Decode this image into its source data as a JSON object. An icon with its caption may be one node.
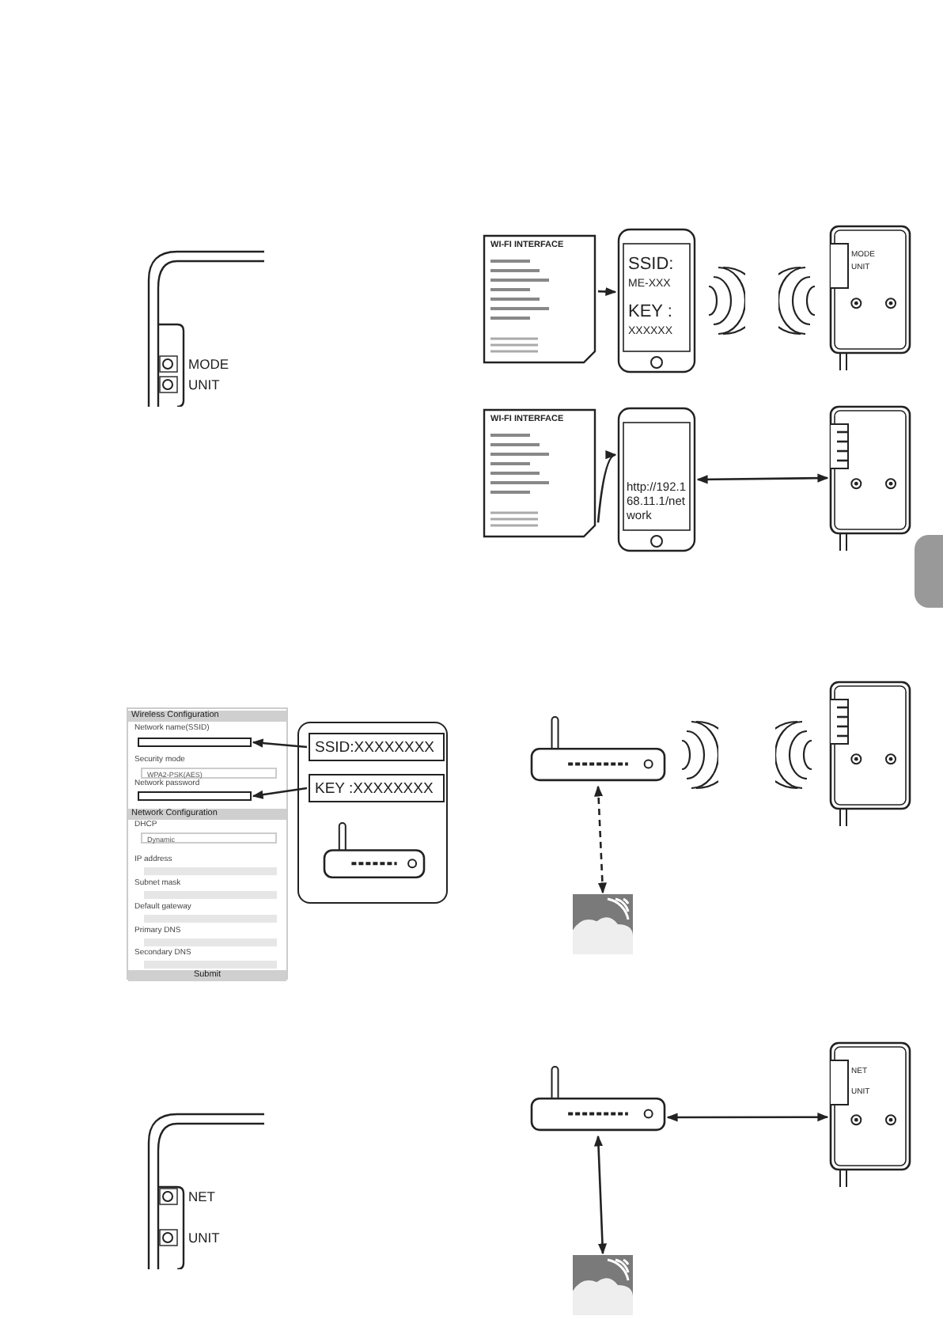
{
  "diagram": {
    "nodes": [
      {
        "text": [
          "WI-FI INTERFACE"
        ]
      },
      {
        "text": [
          "SSID:",
          "ME-XXX",
          "KEY :",
          "XXXXXX"
        ]
      },
      {
        "text": [
          "MODE",
          "UNIT"
        ]
      },
      {
        "text": [
          "WI-FI INTERFACE"
        ]
      },
      {
        "text": [
          "http://192.168.11.1/network"
        ]
      },
      {
        "text": [],
        "shape": "box"
      },
      {
        "text": [
          "Wireless Configuration",
          "Network name(SSID)",
          "Security mode",
          "WPA2-PSK(AES)",
          "Network password",
          "Network Configuration",
          "DHCP",
          "Dynamic",
          "IP address",
          "Subnet mask",
          "Default gateway",
          "Primary DNS",
          "Secondary DNS",
          "Submit"
        ]
      },
      {
        "text": [],
        "shape": "box",
        "in": 6
      },
      {
        "text": [],
        "shape": "box",
        "in": 6
      },
      {
        "text": [],
        "shape": "box"
      },
      {
        "text": [
          "SSID:XXXXXXXX"
        ],
        "in": 9
      },
      {
        "text": [
          "KEY :XXXXXXXX"
        ],
        "in": 9
      },
      {
        "text": [],
        "shape": "picture"
      },
      {
        "text": [],
        "shape": "box"
      },
      {
        "text": [],
        "shape": "picture"
      },
      {
        "text": [],
        "shape": "picture"
      },
      {
        "text": [
          "NET",
          "UNIT"
        ]
      },
      {
        "text": [],
        "shape": "picture"
      }
    ],
    "edges": [
      {
        "from": 0,
        "to": 1,
        "arrow": "to"
      },
      {
        "from": 3,
        "to": 4,
        "arrow": "to"
      },
      {
        "from": 4,
        "to": 5,
        "arrow": "both"
      },
      {
        "from": 10,
        "to": 7,
        "arrow": "to"
      },
      {
        "from": 11,
        "to": 8,
        "arrow": "to"
      },
      {
        "from": 12,
        "to": 14,
        "arrow": "both",
        "style": "dashed"
      },
      {
        "from": 15,
        "to": 16,
        "arrow": "both"
      },
      {
        "from": 15,
        "to": 17,
        "arrow": "both"
      }
    ],
    "labels": [
      "MODE",
      "UNIT",
      "NET",
      "UNIT"
    ]
  }
}
